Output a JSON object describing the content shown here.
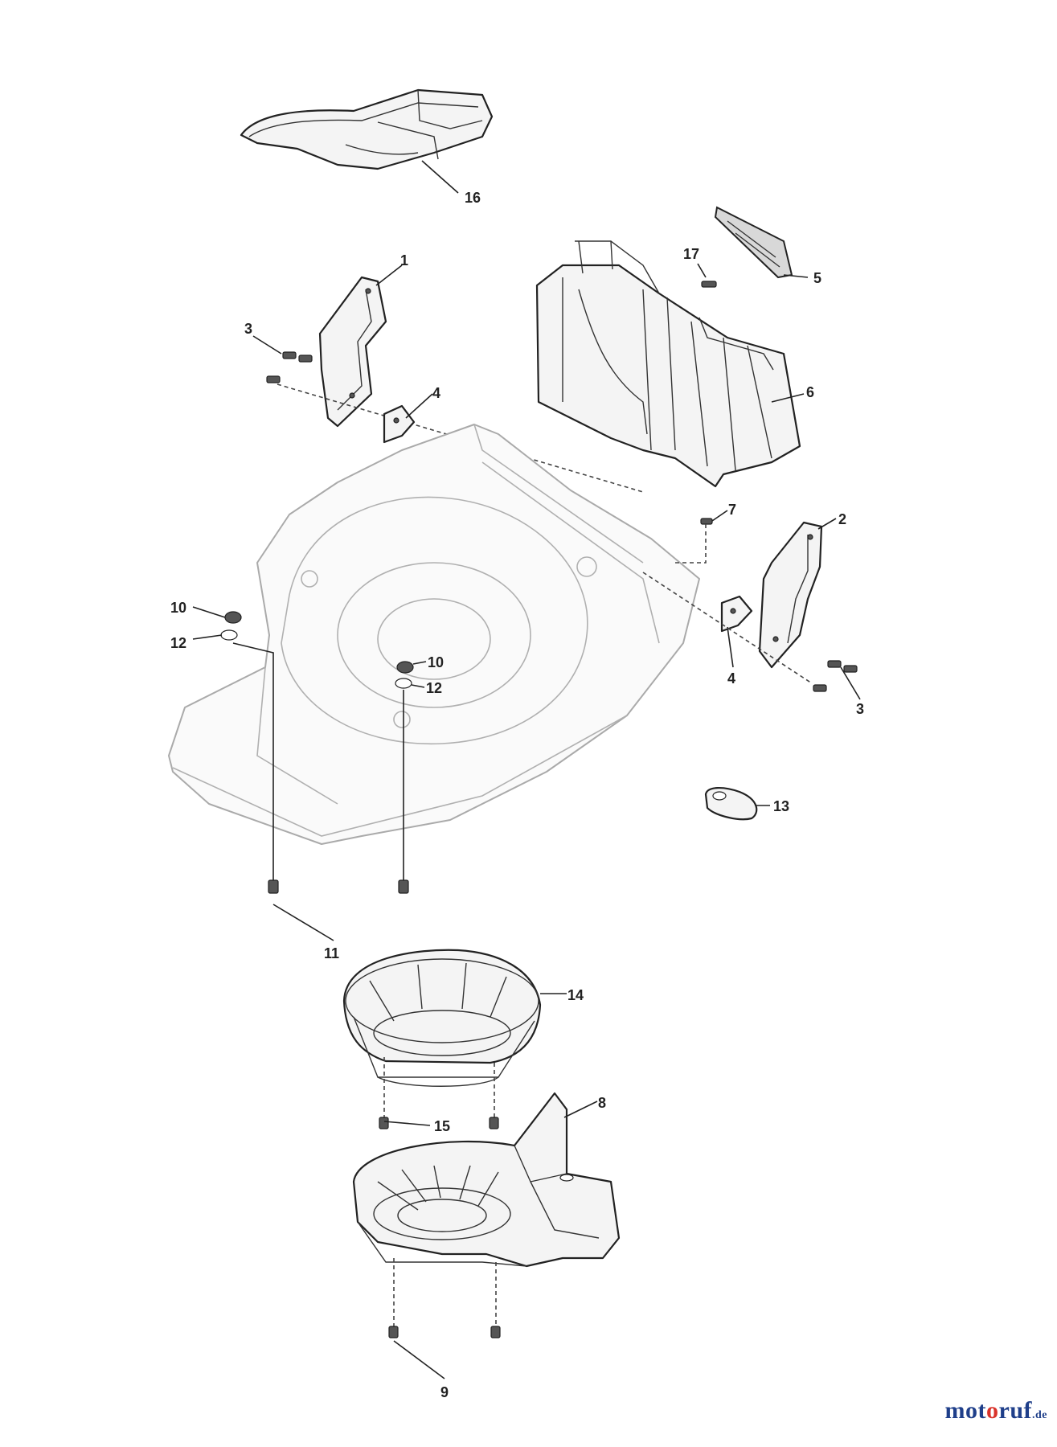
{
  "callouts": {
    "c1": "1",
    "c2": "2",
    "c3a": "3",
    "c3b": "3",
    "c4a": "4",
    "c4b": "4",
    "c5": "5",
    "c6": "6",
    "c7": "7",
    "c8": "8",
    "c9": "9",
    "c10a": "10",
    "c10b": "10",
    "c11": "11",
    "c12a": "12",
    "c12b": "12",
    "c13": "13",
    "c14": "14",
    "c15": "15",
    "c16": "16",
    "c17": "17"
  },
  "watermark": {
    "part1": "mot",
    "part2": "o",
    "part3": "ruf",
    "tld": ".de"
  }
}
